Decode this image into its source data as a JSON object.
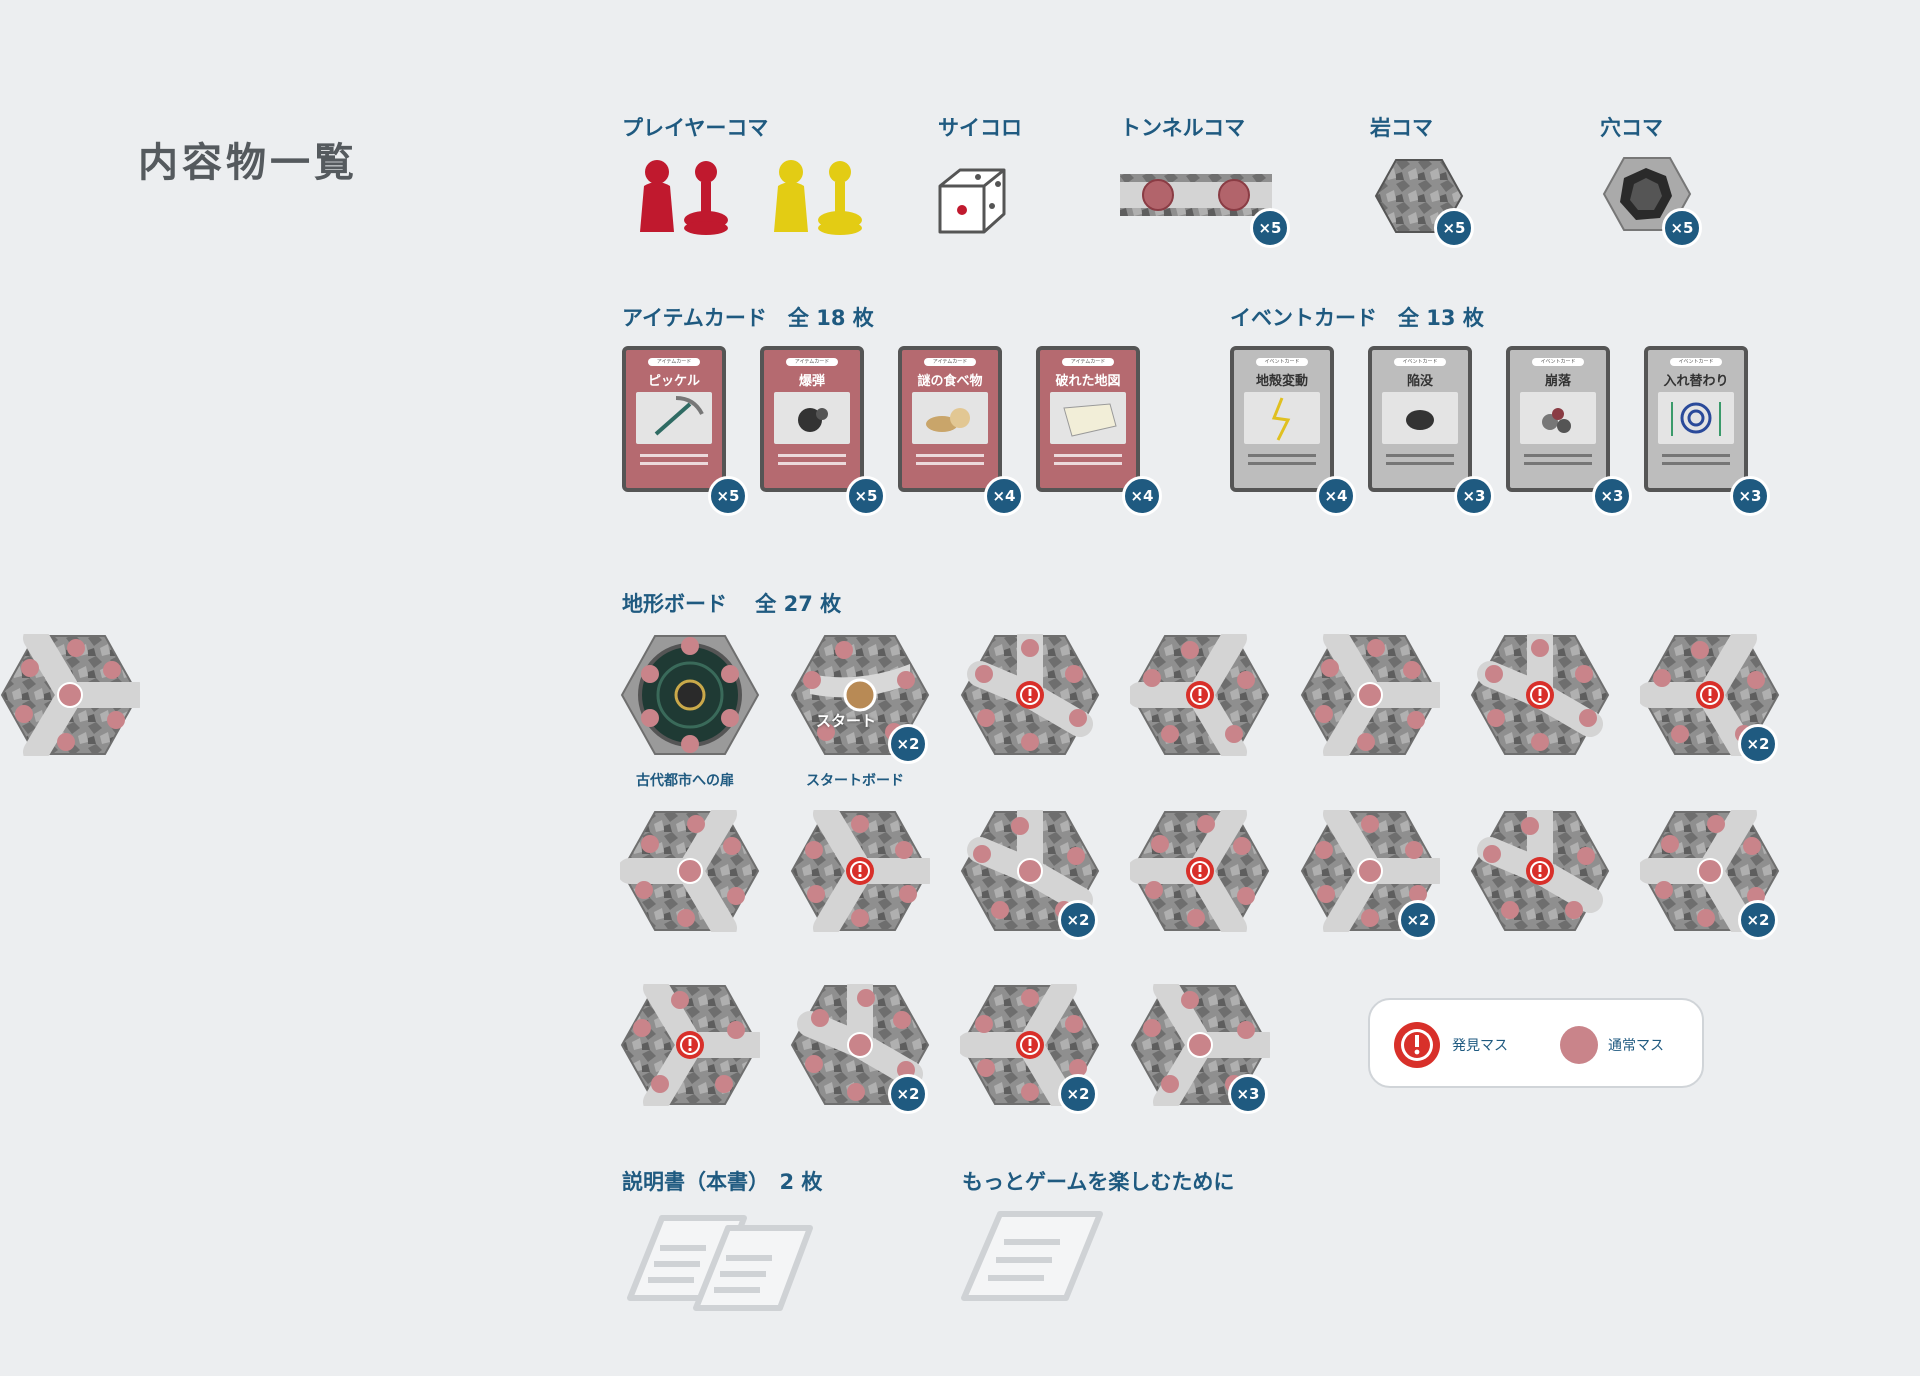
{
  "title": "内容物一覧",
  "pieces": {
    "player_label": "プレイヤーコマ",
    "dice_label": "サイコロ",
    "tunnel_label": "トンネルコマ",
    "tunnel_count": "×5",
    "rock_label": "岩コマ",
    "rock_count": "×5",
    "hole_label": "穴コマ",
    "hole_count": "×5"
  },
  "item_cards": {
    "heading": "アイテムカード　全 18 枚",
    "cards": [
      {
        "type_tag": "アイテムカード",
        "name": "ピッケル",
        "count": "×5"
      },
      {
        "type_tag": "アイテムカード",
        "name": "爆弾",
        "count": "×5"
      },
      {
        "type_tag": "アイテムカード",
        "name": "謎の食べ物",
        "count": "×4"
      },
      {
        "type_tag": "アイテムカード",
        "name": "破れた地図",
        "count": "×4"
      }
    ]
  },
  "event_cards": {
    "heading": "イベントカード　全 13 枚",
    "cards": [
      {
        "type_tag": "イベントカード",
        "name": "地殻変動",
        "count": "×4"
      },
      {
        "type_tag": "イベントカード",
        "name": "陥没",
        "count": "×3"
      },
      {
        "type_tag": "イベントカード",
        "name": "崩落",
        "count": "×3"
      },
      {
        "type_tag": "イベントカード",
        "name": "入れ替わり",
        "count": "×3"
      }
    ]
  },
  "boards": {
    "heading": "地形ボード　 全 27 枚",
    "gate_label": "古代都市への扉",
    "start_label": "スタートボード",
    "start_text": "スタート",
    "start_count": "×2",
    "row1_counts": [
      "",
      "",
      "",
      "",
      "×2",
      ""
    ],
    "row2_counts": [
      "",
      "",
      "×2",
      "",
      "×2",
      "",
      "×2"
    ],
    "row3_counts": [
      "",
      "×2",
      "×2",
      "×3"
    ]
  },
  "legend": {
    "discovery_label": "発見マス",
    "normal_label": "通常マス"
  },
  "manuals": {
    "manual_heading": "説明書（本書）　2 枚",
    "extra_heading": "もっとゲームを楽しむために"
  },
  "colors": {
    "accent": "#1f5a80",
    "player_red": "#c0192e",
    "player_yellow": "#e3cc14",
    "item_card": "#b56a70",
    "discovery": "#d8302a",
    "normal_space": "#c9848a"
  }
}
